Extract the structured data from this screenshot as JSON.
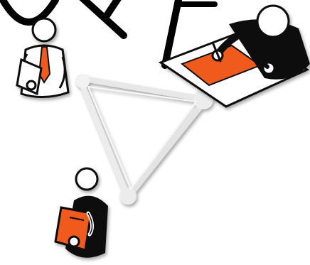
{
  "diagram": {
    "nodes": [
      {
        "id": "presenter",
        "icon": "person-reading-document-icon",
        "accent": "#f05a1a"
      },
      {
        "id": "writer",
        "icon": "person-writing-at-desk-icon",
        "accent": "#f05a1a"
      },
      {
        "id": "reader",
        "icon": "person-holding-clipboard-icon",
        "accent": "#f05a1a"
      }
    ],
    "edges": [
      {
        "from": "presenter",
        "to": "writer"
      },
      {
        "from": "writer",
        "to": "reader"
      },
      {
        "from": "reader",
        "to": "presenter"
      }
    ],
    "colors": {
      "figure_black": "#0f0f0f",
      "figure_white": "#ffffff",
      "accent_orange": "#f05a1a",
      "connector_gray": "#e6e6e6"
    }
  }
}
